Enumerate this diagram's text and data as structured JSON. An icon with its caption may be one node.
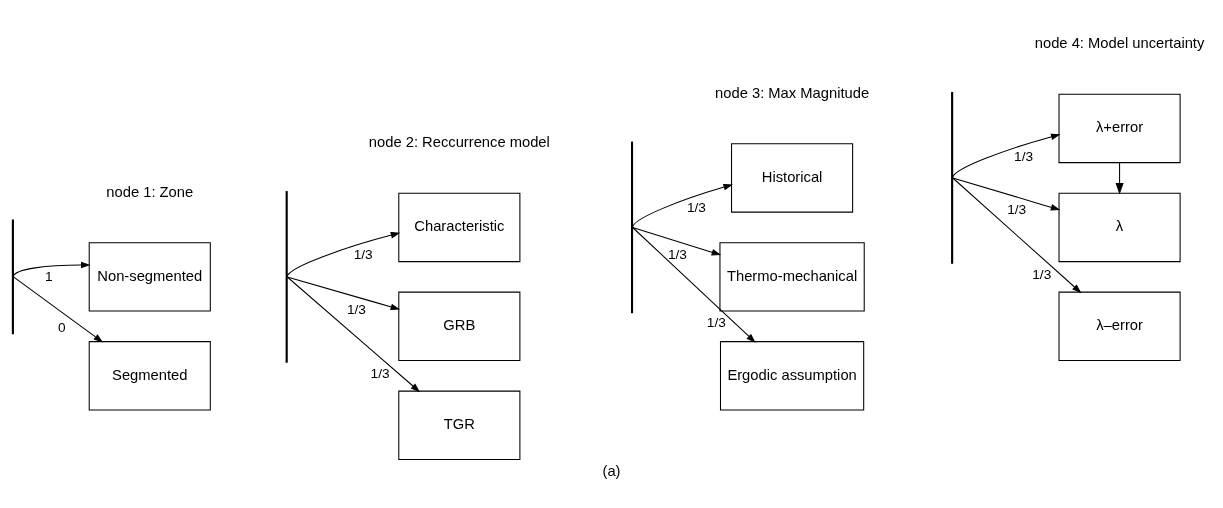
{
  "diagram": {
    "caption": "(a)",
    "nodes": [
      {
        "text": [],
        "shape": "bar"
      },
      {
        "text": [
          "Non-segmented"
        ]
      },
      {
        "text": [
          "Segmented"
        ]
      },
      {
        "text": [],
        "shape": "bar"
      },
      {
        "text": [
          "Characteristic"
        ]
      },
      {
        "text": [
          "GRB"
        ]
      },
      {
        "text": [
          "TGR"
        ]
      },
      {
        "text": [],
        "shape": "bar"
      },
      {
        "text": [
          "Historical"
        ]
      },
      {
        "text": [
          "Thermo-mechanical"
        ]
      },
      {
        "text": [
          "Ergodic assumption"
        ]
      },
      {
        "text": [],
        "shape": "bar"
      },
      {
        "text": [
          "λ+error"
        ]
      },
      {
        "text": [
          "λ"
        ]
      },
      {
        "text": [
          "λ–error"
        ]
      }
    ],
    "edges": [
      {
        "from": 0,
        "to": 1,
        "arrow": "to",
        "label": "1"
      },
      {
        "from": 0,
        "to": 2,
        "arrow": "to",
        "label": "0"
      },
      {
        "from": 3,
        "to": 4,
        "arrow": "to",
        "label": "1/3"
      },
      {
        "from": 3,
        "to": 5,
        "arrow": "to",
        "label": "1/3"
      },
      {
        "from": 3,
        "to": 6,
        "arrow": "to",
        "label": "1/3"
      },
      {
        "from": 7,
        "to": 8,
        "arrow": "to",
        "label": "1/3"
      },
      {
        "from": 7,
        "to": 9,
        "arrow": "to",
        "label": "1/3"
      },
      {
        "from": 7,
        "to": 10,
        "arrow": "to",
        "label": "1/3"
      },
      {
        "from": 11,
        "to": 12,
        "arrow": "to",
        "label": "1/3"
      },
      {
        "from": 11,
        "to": 13,
        "arrow": "to",
        "label": "1/3"
      },
      {
        "from": 11,
        "to": 14,
        "arrow": "to",
        "label": "1/3"
      },
      {
        "from": 12,
        "to": 13,
        "arrow": "to"
      }
    ],
    "labels": [
      "node 1: Zone",
      "node 2: Reccurrence model",
      "node 3: Max Magnitude",
      "node 4: Model uncertainty"
    ]
  }
}
